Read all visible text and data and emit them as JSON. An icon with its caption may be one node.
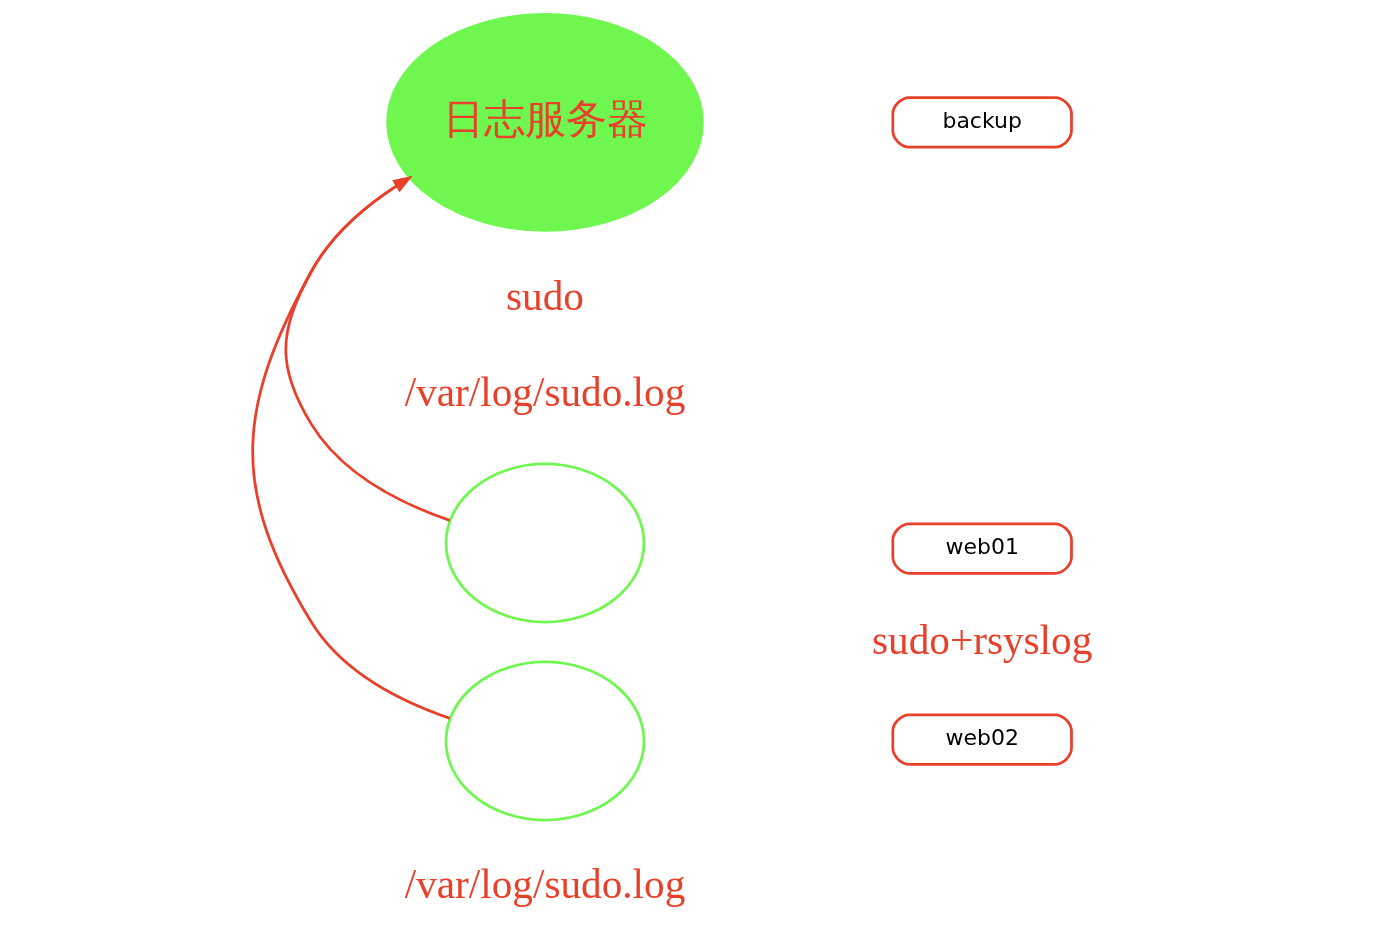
{
  "diagram": {
    "nodes": [
      {
        "text": [],
        "shape": "circle"
      },
      {
        "text": [
          "web01"
        ]
      },
      {
        "text": [],
        "shape": "circle"
      },
      {
        "text": [
          "web02"
        ]
      },
      {
        "text": [
          "日志服务器"
        ]
      },
      {
        "text": [
          "backup"
        ]
      }
    ],
    "edges": [
      {
        "from": 0,
        "to": 4,
        "arrow": "to"
      },
      {
        "from": 2,
        "to": 4,
        "arrow": "to"
      }
    ],
    "labels": [
      "sudo",
      "/var/log/sudo.log",
      "sudo+rsyslog",
      "/var/log/sudo.log"
    ]
  }
}
